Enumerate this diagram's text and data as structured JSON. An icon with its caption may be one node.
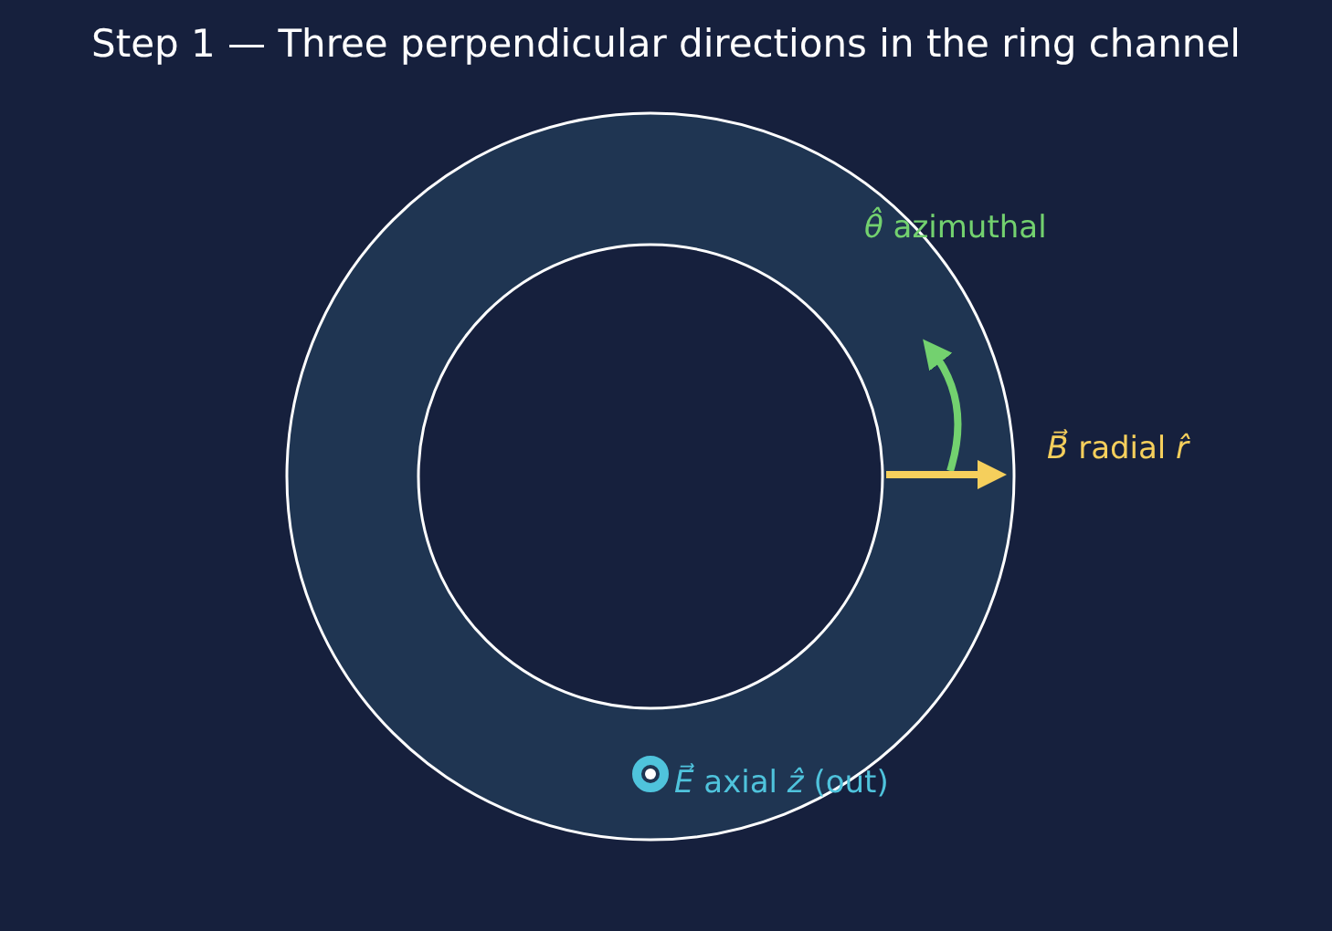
{
  "diagram": {
    "title": "Step 1 — Three perpendicular directions in the ring channel",
    "labels": [
      "*θ̂* azimuthal",
      "*B⃗* radial *r̂*",
      "*E⃗* axial *ẑ* (out)"
    ]
  }
}
